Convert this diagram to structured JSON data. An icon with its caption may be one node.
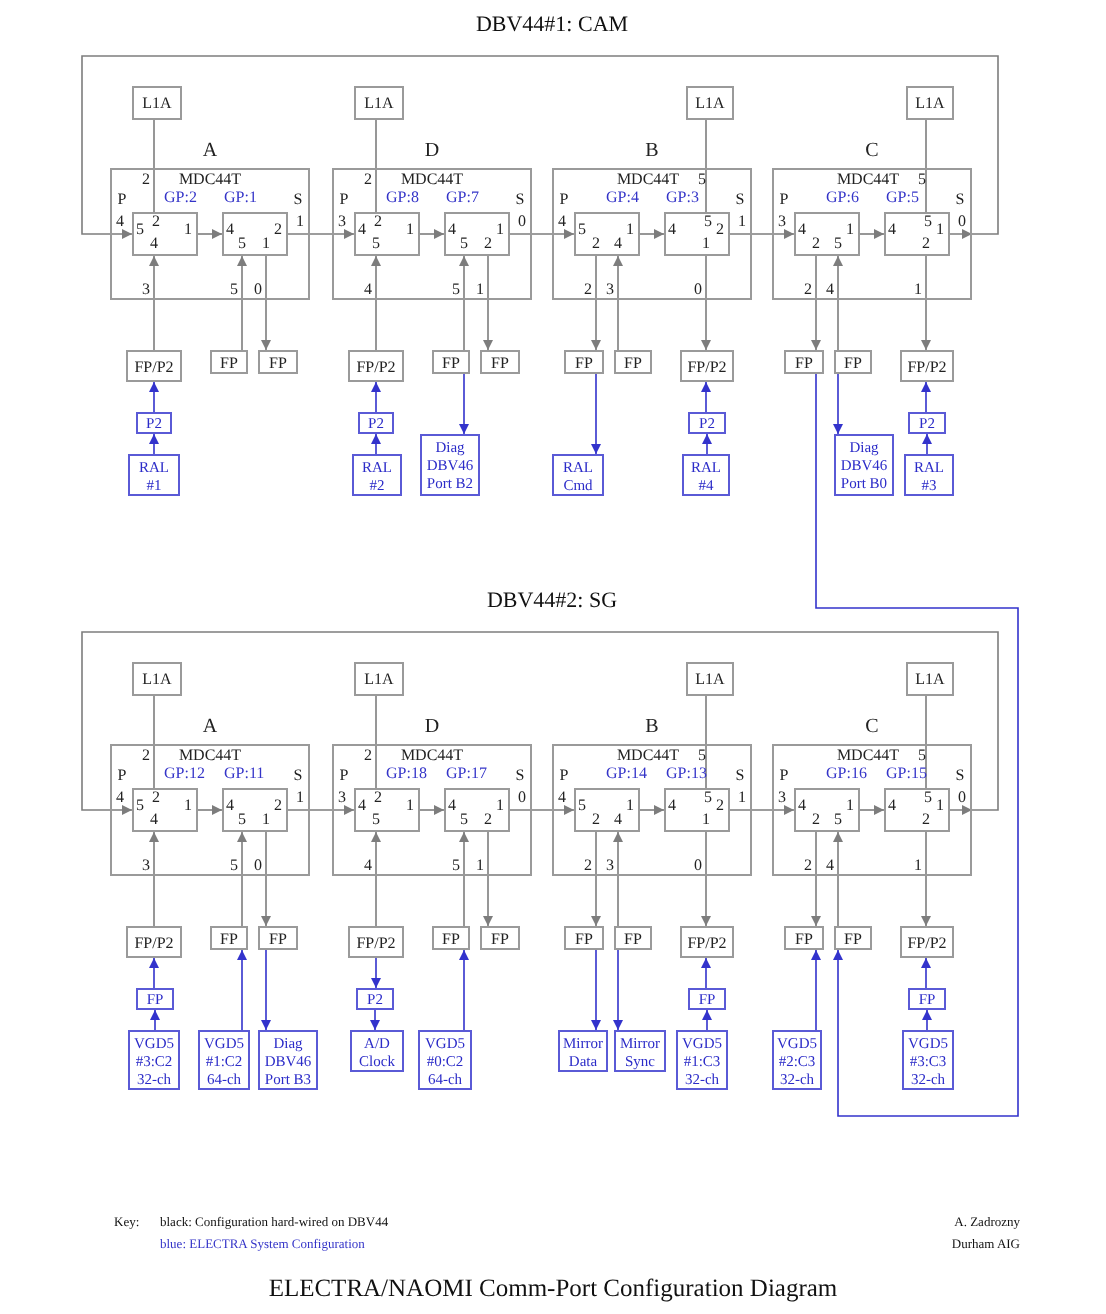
{
  "diagram": {
    "title": "ELECTRA/NAOMI Comm-Port Configuration Diagram",
    "nodes": [
      {
        "text": [
          "L1A"
        ]
      },
      {
        "text": [
          "A",
          "2",
          "MDC44T",
          "P",
          "S",
          "4",
          "1",
          "3",
          "5",
          "0"
        ]
      },
      {
        "text": [
          "GP:2",
          "5",
          "2",
          "1",
          "4"
        ],
        "in": 1
      },
      {
        "text": [
          "GP:1",
          "4",
          "2",
          "5",
          "1"
        ],
        "in": 1
      },
      {
        "text": [
          "FP/P2"
        ]
      },
      {
        "text": [
          "FP"
        ]
      },
      {
        "text": [
          "FP"
        ]
      },
      {
        "text": [
          "P2"
        ]
      },
      {
        "text": [
          "RAL #1"
        ]
      },
      {
        "text": [
          "L1A"
        ]
      },
      {
        "text": [
          "D",
          "2",
          "MDC44T",
          "P",
          "S",
          "3",
          "0",
          "4",
          "5",
          "1"
        ]
      },
      {
        "text": [
          "GP:8",
          "4",
          "2",
          "1",
          "5"
        ],
        "in": 10
      },
      {
        "text": [
          "GP:7",
          "4",
          "1",
          "5",
          "2"
        ],
        "in": 10
      },
      {
        "text": [
          "FP/P2"
        ]
      },
      {
        "text": [
          "FP"
        ]
      },
      {
        "text": [
          "FP"
        ]
      },
      {
        "text": [
          "P2"
        ]
      },
      {
        "text": [
          "RAL #2"
        ]
      },
      {
        "text": [
          "Diag DBV46 Port B2"
        ]
      },
      {
        "text": [
          "L1A"
        ]
      },
      {
        "text": [
          "B",
          "MDC44T",
          "5",
          "P",
          "S",
          "4",
          "1",
          "2",
          "3",
          "0"
        ]
      },
      {
        "text": [
          "GP:4",
          "5",
          "1",
          "2",
          "4"
        ],
        "in": 20
      },
      {
        "text": [
          "GP:3",
          "4",
          "5",
          "2",
          "1"
        ],
        "in": 20
      },
      {
        "text": [
          "FP"
        ]
      },
      {
        "text": [
          "FP"
        ]
      },
      {
        "text": [
          "FP/P2"
        ]
      },
      {
        "text": [
          "RAL Cmd"
        ]
      },
      {
        "text": [
          "P2"
        ]
      },
      {
        "text": [
          "RAL #4"
        ]
      },
      {
        "text": [
          "L1A"
        ]
      },
      {
        "text": [
          "C",
          "MDC44T",
          "5",
          "P",
          "S",
          "3",
          "0",
          "2",
          "4",
          "1"
        ]
      },
      {
        "text": [
          "GP:6",
          "4",
          "1",
          "2",
          "5"
        ],
        "in": 30
      },
      {
        "text": [
          "GP:5",
          "4",
          "5",
          "1",
          "2"
        ],
        "in": 30
      },
      {
        "text": [
          "FP"
        ]
      },
      {
        "text": [
          "FP"
        ]
      },
      {
        "text": [
          "FP/P2"
        ]
      },
      {
        "text": [
          "Diag DBV46 Port B0"
        ]
      },
      {
        "text": [
          "P2"
        ]
      },
      {
        "text": [
          "RAL #3"
        ]
      },
      {
        "text": [
          "L1A"
        ]
      },
      {
        "text": [
          "A",
          "2",
          "MDC44T",
          "P",
          "S",
          "4",
          "1",
          "3",
          "5",
          "0"
        ]
      },
      {
        "text": [
          "GP:12",
          "5",
          "2",
          "1",
          "4"
        ],
        "in": 40
      },
      {
        "text": [
          "GP:11",
          "4",
          "2",
          "5",
          "1"
        ],
        "in": 40
      },
      {
        "text": [
          "FP/P2"
        ]
      },
      {
        "text": [
          "FP"
        ]
      },
      {
        "text": [
          "FP"
        ]
      },
      {
        "text": [
          "FP"
        ]
      },
      {
        "text": [
          "VGD5 #3:C2 32-ch"
        ]
      },
      {
        "text": [
          "VGD5 #1:C2 64-ch"
        ]
      },
      {
        "text": [
          "Diag DBV46 Port B3"
        ]
      },
      {
        "text": [
          "L1A"
        ]
      },
      {
        "text": [
          "D",
          "2",
          "MDC44T",
          "P",
          "S",
          "3",
          "0",
          "4",
          "5",
          "1"
        ]
      },
      {
        "text": [
          "GP:18",
          "4",
          "2",
          "1",
          "5"
        ],
        "in": 51
      },
      {
        "text": [
          "GP:17",
          "4",
          "1",
          "5",
          "2"
        ],
        "in": 51
      },
      {
        "text": [
          "FP/P2"
        ]
      },
      {
        "text": [
          "FP"
        ]
      },
      {
        "text": [
          "FP"
        ]
      },
      {
        "text": [
          "P2"
        ]
      },
      {
        "text": [
          "A/D Clock"
        ]
      },
      {
        "text": [
          "VGD5 #0:C2 64-ch"
        ]
      },
      {
        "text": [
          "L1A"
        ]
      },
      {
        "text": [
          "B",
          "MDC44T",
          "5",
          "P",
          "S",
          "4",
          "1",
          "2",
          "3",
          "0"
        ]
      },
      {
        "text": [
          "GP:14",
          "5",
          "1",
          "2",
          "4"
        ],
        "in": 61
      },
      {
        "text": [
          "GP:13",
          "4",
          "5",
          "2",
          "1"
        ],
        "in": 61
      },
      {
        "text": [
          "FP"
        ]
      },
      {
        "text": [
          "FP"
        ]
      },
      {
        "text": [
          "FP/P2"
        ]
      },
      {
        "text": [
          "Mirror Data"
        ]
      },
      {
        "text": [
          "Mirror Sync"
        ]
      },
      {
        "text": [
          "FP"
        ]
      },
      {
        "text": [
          "VGD5 #1:C3 32-ch"
        ]
      },
      {
        "text": [
          "L1A"
        ]
      },
      {
        "text": [
          "C",
          "MDC44T",
          "5",
          "P",
          "S",
          "3",
          "0",
          "2",
          "4",
          "1"
        ]
      },
      {
        "text": [
          "GP:16",
          "4",
          "1",
          "2",
          "5"
        ],
        "in": 72
      },
      {
        "text": [
          "GP:15",
          "4",
          "5",
          "1",
          "2"
        ],
        "in": 72
      },
      {
        "text": [
          "FP"
        ]
      },
      {
        "text": [
          "FP"
        ]
      },
      {
        "text": [
          "FP/P2"
        ]
      },
      {
        "text": [
          "VGD5 #2:C3 32-ch"
        ]
      },
      {
        "text": [
          "FP"
        ]
      },
      {
        "text": [
          "VGD5 #3:C3 32-ch"
        ]
      }
    ],
    "edges": [
      {
        "from": 0,
        "to": 2,
        "arrow": "none"
      },
      {
        "from": 2,
        "to": 3,
        "arrow": "to"
      },
      {
        "from": 4,
        "to": 2,
        "arrow": "to"
      },
      {
        "from": 5,
        "to": 3,
        "arrow": "to"
      },
      {
        "from": 3,
        "to": 6,
        "arrow": "to"
      },
      {
        "from": 3,
        "to": 11,
        "arrow": "to"
      },
      {
        "from": 9,
        "to": 11,
        "arrow": "none"
      },
      {
        "from": 11,
        "to": 12,
        "arrow": "to"
      },
      {
        "from": 13,
        "to": 11,
        "arrow": "to"
      },
      {
        "from": 14,
        "to": 12,
        "arrow": "to"
      },
      {
        "from": 12,
        "to": 15,
        "arrow": "to"
      },
      {
        "from": 12,
        "to": 21,
        "arrow": "to"
      },
      {
        "from": 19,
        "to": 22,
        "arrow": "none"
      },
      {
        "from": 21,
        "to": 22,
        "arrow": "to"
      },
      {
        "from": 21,
        "to": 23,
        "arrow": "to"
      },
      {
        "from": 24,
        "to": 21,
        "arrow": "to"
      },
      {
        "from": 22,
        "to": 25,
        "arrow": "to"
      },
      {
        "from": 22,
        "to": 31,
        "arrow": "to"
      },
      {
        "from": 29,
        "to": 32,
        "arrow": "none"
      },
      {
        "from": 31,
        "to": 32,
        "arrow": "to"
      },
      {
        "from": 31,
        "to": 33,
        "arrow": "to"
      },
      {
        "from": 34,
        "to": 31,
        "arrow": "to"
      },
      {
        "from": 32,
        "to": 35,
        "arrow": "to"
      },
      {
        "from": 32,
        "to": 2,
        "arrow": "to"
      },
      {
        "from": 7,
        "to": 4,
        "arrow": "to",
        "color": "#3333cc"
      },
      {
        "from": 8,
        "to": 7,
        "arrow": "to",
        "color": "#3333cc"
      },
      {
        "from": 16,
        "to": 13,
        "arrow": "to",
        "color": "#3333cc"
      },
      {
        "from": 17,
        "to": 16,
        "arrow": "to",
        "color": "#3333cc"
      },
      {
        "from": 14,
        "to": 18,
        "arrow": "to",
        "color": "#3333cc"
      },
      {
        "from": 23,
        "to": 26,
        "arrow": "to",
        "color": "#3333cc"
      },
      {
        "from": 27,
        "to": 25,
        "arrow": "to",
        "color": "#3333cc"
      },
      {
        "from": 28,
        "to": 27,
        "arrow": "to",
        "color": "#3333cc"
      },
      {
        "from": 33,
        "to": 76,
        "arrow": "to",
        "color": "#3333cc"
      },
      {
        "from": 34,
        "to": 36,
        "arrow": "to",
        "color": "#3333cc"
      },
      {
        "from": 37,
        "to": 35,
        "arrow": "to",
        "color": "#3333cc"
      },
      {
        "from": 38,
        "to": 37,
        "arrow": "to",
        "color": "#3333cc"
      },
      {
        "from": 39,
        "to": 41,
        "arrow": "none"
      },
      {
        "from": 41,
        "to": 42,
        "arrow": "to"
      },
      {
        "from": 43,
        "to": 41,
        "arrow": "to"
      },
      {
        "from": 44,
        "to": 42,
        "arrow": "to"
      },
      {
        "from": 42,
        "to": 45,
        "arrow": "to"
      },
      {
        "from": 42,
        "to": 52,
        "arrow": "to"
      },
      {
        "from": 50,
        "to": 52,
        "arrow": "none"
      },
      {
        "from": 52,
        "to": 53,
        "arrow": "to"
      },
      {
        "from": 54,
        "to": 52,
        "arrow": "to"
      },
      {
        "from": 55,
        "to": 53,
        "arrow": "to"
      },
      {
        "from": 53,
        "to": 56,
        "arrow": "to"
      },
      {
        "from": 53,
        "to": 62,
        "arrow": "to"
      },
      {
        "from": 60,
        "to": 63,
        "arrow": "none"
      },
      {
        "from": 62,
        "to": 63,
        "arrow": "to"
      },
      {
        "from": 62,
        "to": 64,
        "arrow": "to"
      },
      {
        "from": 65,
        "to": 62,
        "arrow": "to"
      },
      {
        "from": 63,
        "to": 66,
        "arrow": "to"
      },
      {
        "from": 63,
        "to": 73,
        "arrow": "to"
      },
      {
        "from": 71,
        "to": 74,
        "arrow": "none"
      },
      {
        "from": 73,
        "to": 74,
        "arrow": "to"
      },
      {
        "from": 73,
        "to": 75,
        "arrow": "to"
      },
      {
        "from": 76,
        "to": 73,
        "arrow": "to"
      },
      {
        "from": 74,
        "to": 77,
        "arrow": "to"
      },
      {
        "from": 74,
        "to": 41,
        "arrow": "to"
      },
      {
        "from": 46,
        "to": 43,
        "arrow": "to",
        "color": "#3333cc"
      },
      {
        "from": 47,
        "to": 46,
        "arrow": "to",
        "color": "#3333cc"
      },
      {
        "from": 48,
        "to": 44,
        "arrow": "to",
        "color": "#3333cc"
      },
      {
        "from": 45,
        "to": 49,
        "arrow": "to",
        "color": "#3333cc"
      },
      {
        "from": 54,
        "to": 57,
        "arrow": "to",
        "color": "#3333cc"
      },
      {
        "from": 57,
        "to": 58,
        "arrow": "to",
        "color": "#3333cc"
      },
      {
        "from": 59,
        "to": 55,
        "arrow": "to",
        "color": "#3333cc"
      },
      {
        "from": 64,
        "to": 67,
        "arrow": "to",
        "color": "#3333cc"
      },
      {
        "from": 65,
        "to": 68,
        "arrow": "to",
        "color": "#3333cc"
      },
      {
        "from": 69,
        "to": 66,
        "arrow": "to",
        "color": "#3333cc"
      },
      {
        "from": 70,
        "to": 69,
        "arrow": "to",
        "color": "#3333cc"
      },
      {
        "from": 78,
        "to": 75,
        "arrow": "to",
        "color": "#3333cc"
      },
      {
        "from": 79,
        "to": 77,
        "arrow": "to",
        "color": "#3333cc"
      },
      {
        "from": 80,
        "to": 79,
        "arrow": "to",
        "color": "#3333cc"
      }
    ],
    "labels": [
      "DBV44#1: CAM",
      "DBV44#2: SG",
      "Key:",
      "black: Configuration hard-wired on DBV44",
      "blue: ELECTRA System Configuration",
      "A. Zadrozny",
      "Durham AIG"
    ]
  }
}
